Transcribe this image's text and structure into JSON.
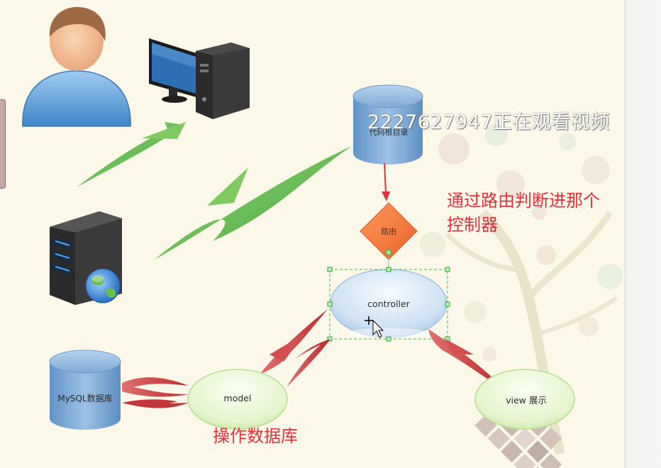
{
  "diagram": {
    "nodes": {
      "code_root": "代码根目录",
      "router": "路由",
      "controller": "controller",
      "model": "model",
      "view": "view 展示",
      "mysql": "MySQL数据库"
    },
    "notes": {
      "router_line1": "通过路由判断进那个",
      "router_line2": "控制器",
      "model": "操作数据库"
    },
    "watermark": "2227627947正在观看视频"
  },
  "colors": {
    "arrow_green": "#57b848",
    "arrow_red": "#c0393b",
    "cylinder_blue": "#7aa9d4",
    "router_orange": "#f47c3c",
    "selection_green": "#3fbf3f",
    "annotation_red": "#e5303a"
  },
  "icons": [
    "user-icon",
    "desktop-computer-icon",
    "server-icon",
    "globe-icon",
    "cursor-move-icon"
  ]
}
